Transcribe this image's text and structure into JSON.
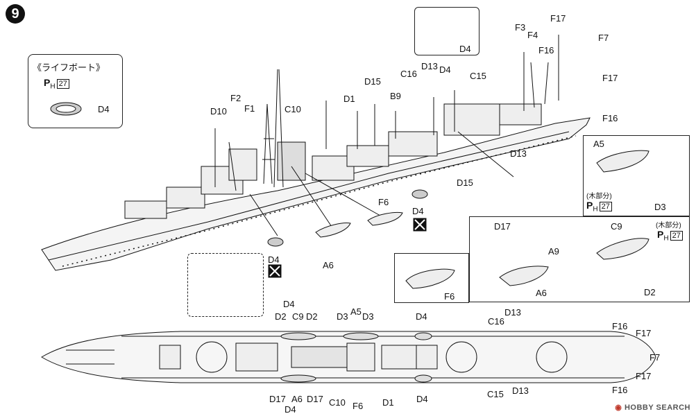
{
  "step_number": "9",
  "lifeboat": {
    "title": "《ライフボート》",
    "ph_num": "27",
    "part": "D4"
  },
  "detail_box": {
    "ph_note": "(木部分)",
    "ph_num": "27",
    "parts": [
      "A5",
      "D3"
    ]
  },
  "detail_box2": {
    "ph_note": "(木部分)",
    "ph_num": "27",
    "parts": [
      "D17",
      "A9",
      "A6",
      "C9",
      "D2"
    ]
  },
  "detail_f6": {
    "part": "F6"
  },
  "ph_letters": {
    "p": "P",
    "h": "H"
  },
  "top_labels": [
    "F2",
    "F1",
    "D10",
    "C10",
    "D1",
    "D15",
    "B9",
    "C16",
    "D13",
    "D4",
    "C15",
    "F3",
    "F4",
    "F16",
    "F17",
    "F7",
    "F17",
    "F16",
    "D13",
    "D15",
    "D4",
    "F6",
    "A6",
    "D4",
    "D4"
  ],
  "plan_labels": [
    "D4",
    "D2",
    "C9",
    "D2",
    "D3",
    "A5",
    "D3",
    "D4",
    "C16",
    "D13",
    "F16",
    "F17",
    "F7",
    "F17",
    "F16",
    "D17",
    "A6",
    "D17",
    "C10",
    "F6",
    "D1",
    "D4",
    "C15",
    "D13",
    "D4"
  ],
  "watermark": {
    "brand": "HOBBY SEARCH"
  }
}
